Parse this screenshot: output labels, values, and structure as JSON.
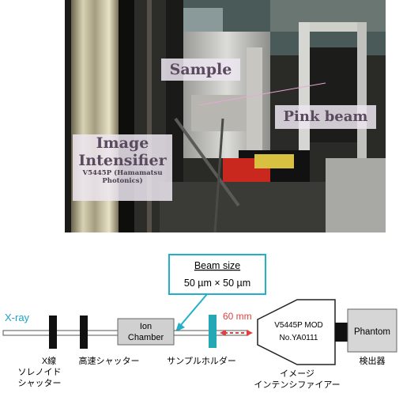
{
  "photo": {
    "labels": {
      "sample": "Sample",
      "pink_beam": "Pink beam",
      "ii_line1": "Image",
      "ii_line2": "Intensifier",
      "ii_model": "V5445P (Hamamatsu",
      "ii_maker": "Photonics)"
    }
  },
  "diagram": {
    "beam_size": {
      "title": "Beam size",
      "value": "50 µm × 50 µm"
    },
    "xray_label": "X-ray",
    "ion_chamber": {
      "line1": "Ion",
      "line2": "Chamber"
    },
    "distance": "60 mm",
    "intensifier_box": {
      "line1": "V5445P MOD",
      "line2": "No.YA0111"
    },
    "phantom": "Phantom",
    "captions": {
      "shutter_line1": "X線",
      "shutter_line2": "ソレノイド",
      "shutter_line3": "シャッター",
      "fast_shutter": "高速シャッター",
      "sample_holder": "サンプルホルダー",
      "ii_line1": "イメージ",
      "ii_line2": "インテンシファイアー",
      "detector": "検出器"
    },
    "colors": {
      "xray_label": "#1ba3c4",
      "callout": "#22b0c8",
      "holder": "#23a8b4",
      "distance": "#e04040"
    }
  }
}
